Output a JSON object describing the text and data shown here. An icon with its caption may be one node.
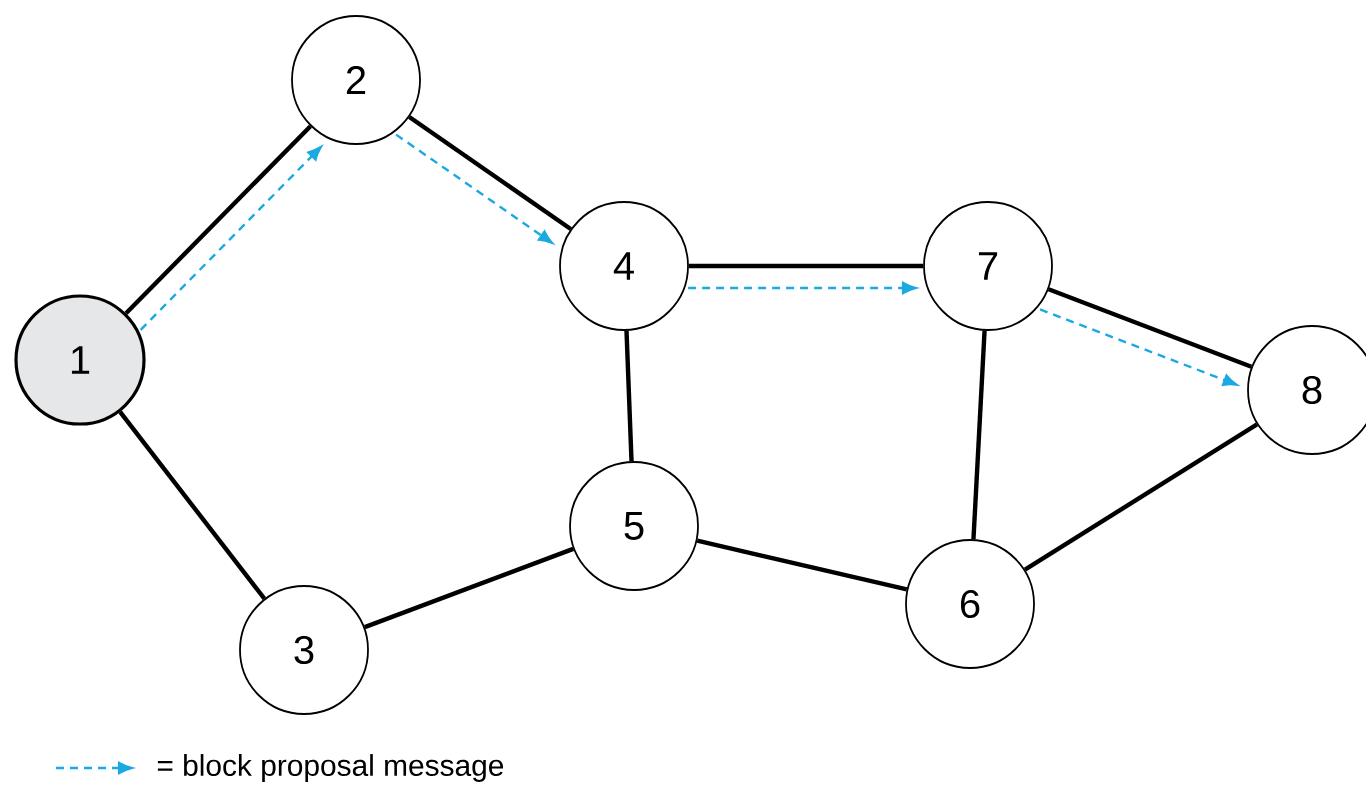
{
  "diagram": {
    "nodes": [
      {
        "text": [
          "1"
        ]
      },
      {
        "text": [
          "2"
        ]
      },
      {
        "text": [
          "3"
        ]
      },
      {
        "text": [
          "4"
        ]
      },
      {
        "text": [
          "5"
        ]
      },
      {
        "text": [
          "6"
        ]
      },
      {
        "text": [
          "7"
        ]
      },
      {
        "text": [
          "8"
        ]
      }
    ],
    "edges": [
      {
        "from": 0,
        "to": 1,
        "arrow": "none"
      },
      {
        "from": 1,
        "to": 3,
        "arrow": "none"
      },
      {
        "from": 3,
        "to": 6,
        "arrow": "none"
      },
      {
        "from": 6,
        "to": 7,
        "arrow": "none"
      },
      {
        "from": 0,
        "to": 2,
        "arrow": "none"
      },
      {
        "from": 3,
        "to": 4,
        "arrow": "none"
      },
      {
        "from": 2,
        "to": 4,
        "arrow": "none"
      },
      {
        "from": 4,
        "to": 5,
        "arrow": "none"
      },
      {
        "from": 6,
        "to": 5,
        "arrow": "none"
      },
      {
        "from": 5,
        "to": 7,
        "arrow": "none"
      },
      {
        "from": 0,
        "to": 1,
        "arrow": "to",
        "style": "dashed",
        "color": "#1ba9e1"
      },
      {
        "from": 1,
        "to": 3,
        "arrow": "to",
        "style": "dashed",
        "color": "#1ba9e1"
      },
      {
        "from": 3,
        "to": 6,
        "arrow": "to",
        "style": "dashed",
        "color": "#1ba9e1"
      },
      {
        "from": 6,
        "to": 7,
        "arrow": "to",
        "style": "dashed",
        "color": "#1ba9e1"
      }
    ],
    "legend": [
      {
        "text": "= block proposal message"
      }
    ]
  }
}
